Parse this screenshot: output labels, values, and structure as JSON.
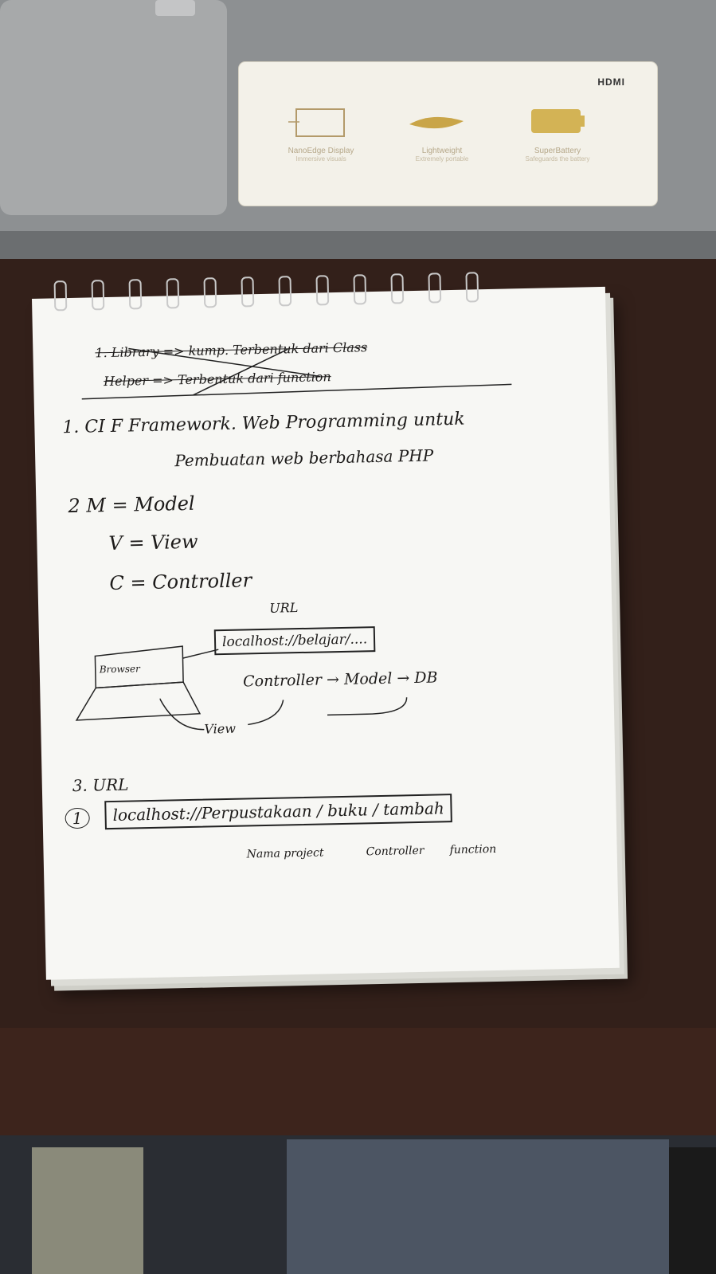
{
  "sticker": {
    "brand": "HDMI",
    "features": [
      {
        "label": "NanoEdge Display",
        "sub": "Immersive visuals",
        "icon": "display-icon"
      },
      {
        "label": "Lightweight",
        "sub": "Extremely portable",
        "icon": "feather-icon"
      },
      {
        "label": "SuperBattery",
        "sub": "Safeguards the battery",
        "icon": "battery-icon"
      }
    ]
  },
  "notes": {
    "crossed_line1": "1. Library => kump. Terbentuk dari Class",
    "crossed_line2": "Helper => Terbentuk dari function",
    "item1_line1": "1. CI F Framework. Web Programming untuk",
    "item1_line2": "Pembuatan web berbahasa PHP",
    "item2_m": "2  M = Model",
    "item2_v": "V = View",
    "item2_c": "C = Controller",
    "diagram_url_label": "URL",
    "diagram_url": "localhost://belajar/....",
    "diagram_browser": "Browser",
    "diagram_flow": "Controller → Model → DB",
    "diagram_view": "View",
    "item3_label": "3. URL",
    "item3_num": "1",
    "item3_url": "localhost://Perpustakaan / buku / tambah",
    "ann_project": "Nama project",
    "ann_controller": "Controller",
    "ann_function": "function"
  }
}
